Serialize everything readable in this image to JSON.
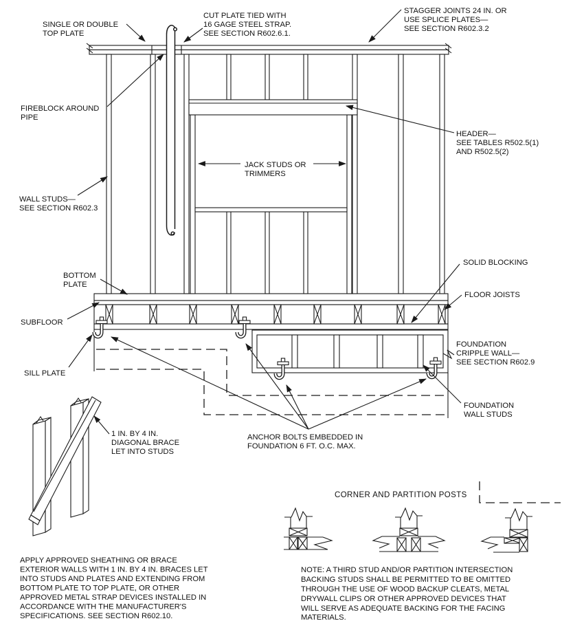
{
  "figure": {
    "labels": {
      "top_plate": [
        "SINGLE OR DOUBLE",
        "TOP PLATE"
      ],
      "cut_plate": [
        "CUT PLATE TIED WITH",
        "16 GAGE STEEL STRAP.",
        "SEE SECTION R602.6.1."
      ],
      "stagger_joints": [
        "STAGGER JOINTS 24 IN. OR",
        "USE SPLICE PLATES—",
        "SEE SECTION R602.3.2"
      ],
      "fireblock": [
        "FIREBLOCK AROUND",
        "PIPE"
      ],
      "wall_studs": [
        "WALL STUDS—",
        "SEE SECTION R602.3"
      ],
      "header": [
        "HEADER—",
        "SEE TABLES R502.5(1)",
        "AND R502.5(2)"
      ],
      "jack_studs": [
        "JACK STUDS OR",
        "TRIMMERS"
      ],
      "solid_blocking": "SOLID BLOCKING",
      "floor_joists": "FLOOR JOISTS",
      "bottom_plate": [
        "BOTTOM",
        "PLATE"
      ],
      "subfloor": "SUBFLOOR",
      "sill_plate": "SILL PLATE",
      "foundation_cripple_wall": [
        "FOUNDATION",
        "CRIPPLE WALL—",
        "SEE SECTION R602.9"
      ],
      "foundation_wall_studs": [
        "FOUNDATION",
        "WALL STUDS"
      ],
      "anchor_bolts": [
        "ANCHOR BOLTS EMBEDDED IN",
        "FOUNDATION 6 FT. O.C. MAX."
      ],
      "diagonal_brace": [
        "1 IN. BY 4 IN.",
        "DIAGONAL BRACE",
        "LET INTO STUDS"
      ]
    },
    "inset": {
      "heading": "CORNER AND PARTITION POSTS",
      "note": [
        "NOTE: A THIRD STUD AND/OR PARTITION INTERSECTION",
        "BACKING STUDS SHALL BE PERMITTED TO BE OMITTED",
        "THROUGH THE USE OF WOOD BACKUP CLEATS, METAL",
        "DRYWALL CLIPS OR OTHER APPROVED DEVICES THAT",
        "WILL SERVE AS ADEQUATE BACKING FOR THE FACING",
        "MATERIALS."
      ]
    },
    "bracing_note": [
      "APPLY APPROVED SHEATHING OR BRACE",
      "EXTERIOR WALLS WITH 1 IN. BY 4 IN. BRACES LET",
      "INTO STUDS AND PLATES AND EXTENDING FROM",
      "BOTTOM PLATE TO TOP PLATE, OR OTHER",
      "APPROVED METAL STRAP DEVICES INSTALLED IN",
      "ACCORDANCE WITH THE MANUFACTURER'S",
      "SPECIFICATIONS. SEE SECTION R602.10."
    ],
    "colors": {
      "line": "#1a1a1a",
      "background": "#ffffff"
    }
  }
}
